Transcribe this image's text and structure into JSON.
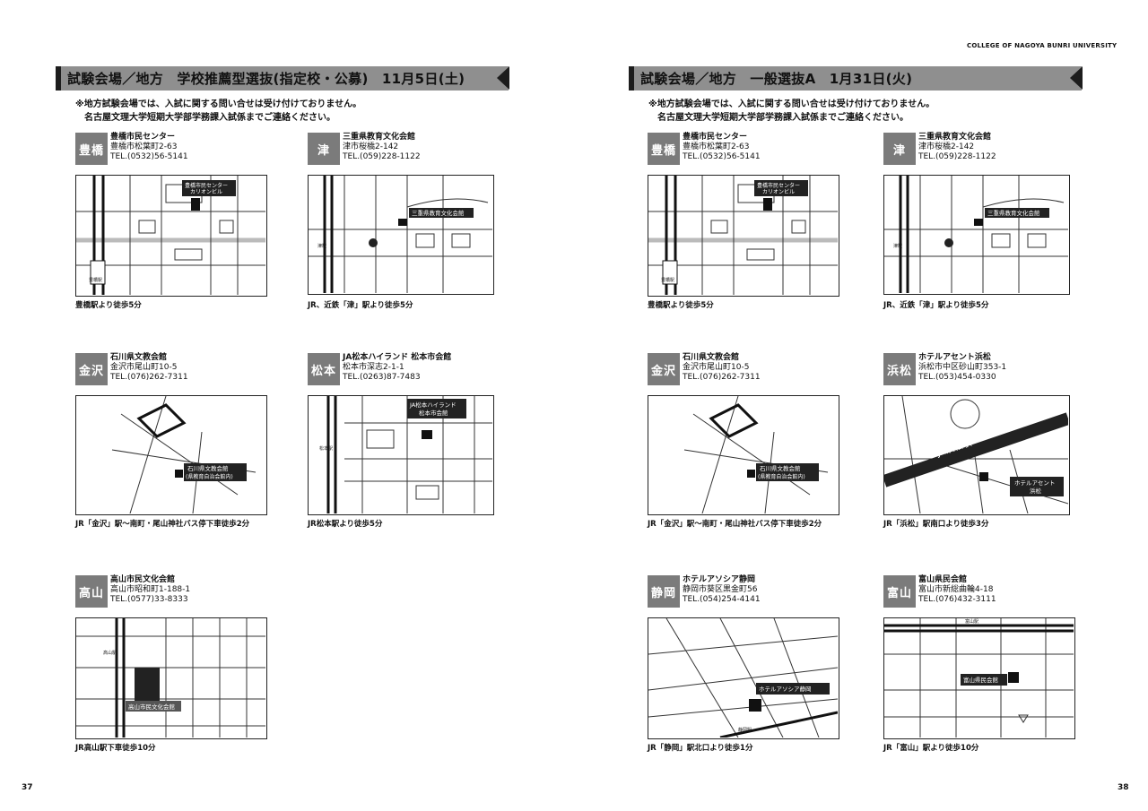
{
  "header": {
    "college": "COLLEGE OF NAGOYA BUNRI UNIVERSITY"
  },
  "pages": {
    "left": "37",
    "right": "38"
  },
  "left": {
    "title": "試験会場／地方　学校推薦型選抜(指定校・公募)　11月5日(土)",
    "notice1": "※地方試験会場では、入試に関する問い合せは受け付けておりません。",
    "notice2": "名古屋文理大学短期大学部学務課入試係までご連絡ください。",
    "venues": [
      {
        "city": "豊橋",
        "name": "豊橋市民センター",
        "address": "豊橋市松葉町2-63",
        "tel": "TEL.(0532)56-5141",
        "access": "豊橋駅より徒歩5分",
        "map_label": "豊橋市民センター\nカリオンビル"
      },
      {
        "city": "津",
        "name": "三重県教育文化会館",
        "address": "津市桜橋2-142",
        "tel": "TEL.(059)228-1122",
        "access": "JR、近鉄「津」駅より徒歩5分",
        "map_label": "三重県教育文化会館"
      },
      {
        "city": "金沢",
        "name": "石川県文教会館",
        "address": "金沢市尾山町10-5",
        "tel": "TEL.(076)262-7311",
        "access": "JR「金沢」駅～南町・尾山神社バス停下車徒歩2分",
        "map_label": "石川県文教会館\n(県教育自治会館内)"
      },
      {
        "city": "松本",
        "name": "JA松本ハイランド 松本市会館",
        "address": "松本市深志2-1-1",
        "tel": "TEL.(0263)87-7483",
        "access": "JR松本駅より徒歩5分",
        "map_label": "JA松本ハイランド\n松本市会館"
      },
      {
        "city": "高山",
        "name": "高山市民文化会館",
        "address": "高山市昭和町1-188-1",
        "tel": "TEL.(0577)33-8333",
        "access": "JR高山駅下車徒歩10分",
        "map_label": "高山市民文化会館"
      }
    ]
  },
  "right": {
    "title": "試験会場／地方　一般選抜A　1月31日(火)",
    "notice1": "※地方試験会場では、入試に関する問い合せは受け付けておりません。",
    "notice2": "名古屋文理大学短期大学部学務課入試係までご連絡ください。",
    "venues": [
      {
        "city": "豊橋",
        "name": "豊橋市民センター",
        "address": "豊橋市松葉町2-63",
        "tel": "TEL.(0532)56-5141",
        "access": "豊橋駅より徒歩5分",
        "map_label": "豊橋市民センター\nカリオンビル"
      },
      {
        "city": "津",
        "name": "三重県教育文化会館",
        "address": "津市桜橋2-142",
        "tel": "TEL.(059)228-1122",
        "access": "JR、近鉄「津」駅より徒歩5分",
        "map_label": "三重県教育文化会館"
      },
      {
        "city": "金沢",
        "name": "石川県文教会館",
        "address": "金沢市尾山町10-5",
        "tel": "TEL.(076)262-7311",
        "access": "JR「金沢」駅～南町・尾山神社バス停下車徒歩2分",
        "map_label": "石川県文教会館\n(県教育自治会館内)"
      },
      {
        "city": "浜松",
        "name": "ホテルアセント浜松",
        "address": "浜松市中区砂山町353-1",
        "tel": "TEL.(053)454-0330",
        "access": "JR「浜松」駅南口より徒歩3分",
        "map_label": "ホテルアセント\n浜松"
      },
      {
        "city": "静岡",
        "name": "ホテルアソシア静岡",
        "address": "静岡市葵区黒金町56",
        "tel": "TEL.(054)254-4141",
        "access": "JR「静岡」駅北口より徒歩1分",
        "map_label": "ホテルアソシア静岡"
      },
      {
        "city": "富山",
        "name": "富山県民会館",
        "address": "富山市新総曲輪4-18",
        "tel": "TEL.(076)432-3111",
        "access": "JR「富山」駅より徒歩10分",
        "map_label": "富山県民会館"
      }
    ]
  },
  "map_text": {
    "toyohashi_station": "豊橋駅",
    "tsu_station": "津駅",
    "matsumoto_station": "松本駅",
    "hamamatsu_station": "JR浜松駅",
    "takayama_station": "高山駅",
    "shizuoka_station": "静岡駅",
    "toyama_station": "富山駅"
  }
}
